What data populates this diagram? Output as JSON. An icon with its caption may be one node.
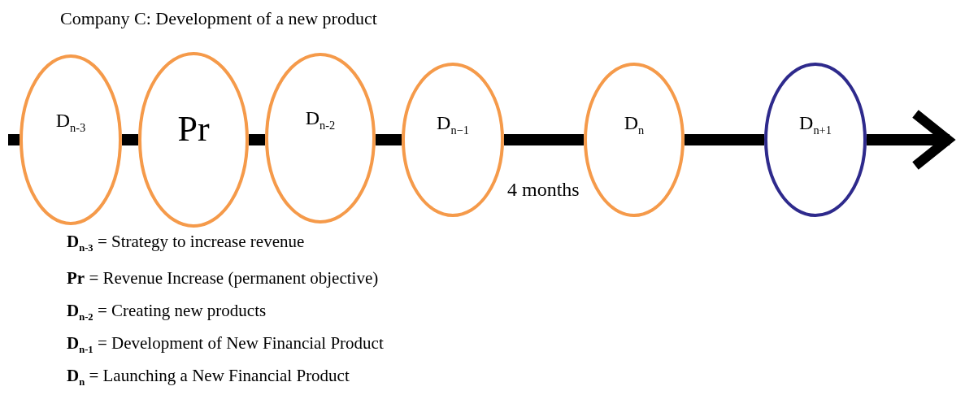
{
  "diagram": {
    "title": "Company C: Development of a new product",
    "nodes": [
      {
        "text": [
          "D$_{n-3}$"
        ]
      },
      {
        "text": [
          "Pr"
        ]
      },
      {
        "text": [
          "D$_{n-2}$"
        ]
      },
      {
        "text": [
          "D$_{n−1}$"
        ]
      },
      {
        "text": [
          "D$_{n}$"
        ]
      },
      {
        "text": [
          "D$_{n+1}$"
        ]
      }
    ],
    "edges": [
      {
        "from": null,
        "to": 0,
        "arrow": "none"
      },
      {
        "from": 0,
        "to": 1,
        "arrow": "none"
      },
      {
        "from": 1,
        "to": 2,
        "arrow": "none"
      },
      {
        "from": 2,
        "to": 3,
        "arrow": "none"
      },
      {
        "from": 3,
        "to": 4,
        "arrow": "none",
        "label": "4 months"
      },
      {
        "from": 4,
        "to": 5,
        "arrow": "none"
      },
      {
        "from": 5,
        "to": null,
        "arrow": "to"
      }
    ],
    "labels": [
      "**D**$_{n-3}$ = Strategy to increase revenue",
      "**Pr** = Revenue Increase (permanent objective)",
      "**D**$_{n-2}$ = Creating new products",
      "**D**$_{n-1}$ = Development of New Financial Product",
      "**D**$_{n}$ = Launching a New Financial Product"
    ]
  }
}
